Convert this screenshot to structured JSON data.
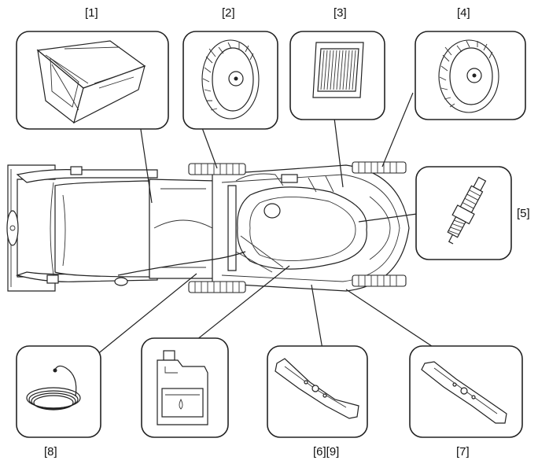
{
  "labels": {
    "l1": "[1]",
    "l2": "[2]",
    "l3": "[3]",
    "l4": "[4]",
    "l5": "[5]",
    "l6": "[6][9]",
    "l7": "[7]",
    "l8": "[8]"
  },
  "icons": {
    "grass_bag": "grass-bag-icon",
    "rear_wheel": "wheel-icon",
    "air_filter": "air-filter-icon",
    "front_wheel": "wheel-icon",
    "spark_plug": "spark-plug-icon",
    "blade_a": "blade-icon",
    "blade_b": "blade-icon",
    "oil": "oil-bottle-icon",
    "cable": "cable-icon",
    "mower": "lawn-mower-icon"
  }
}
